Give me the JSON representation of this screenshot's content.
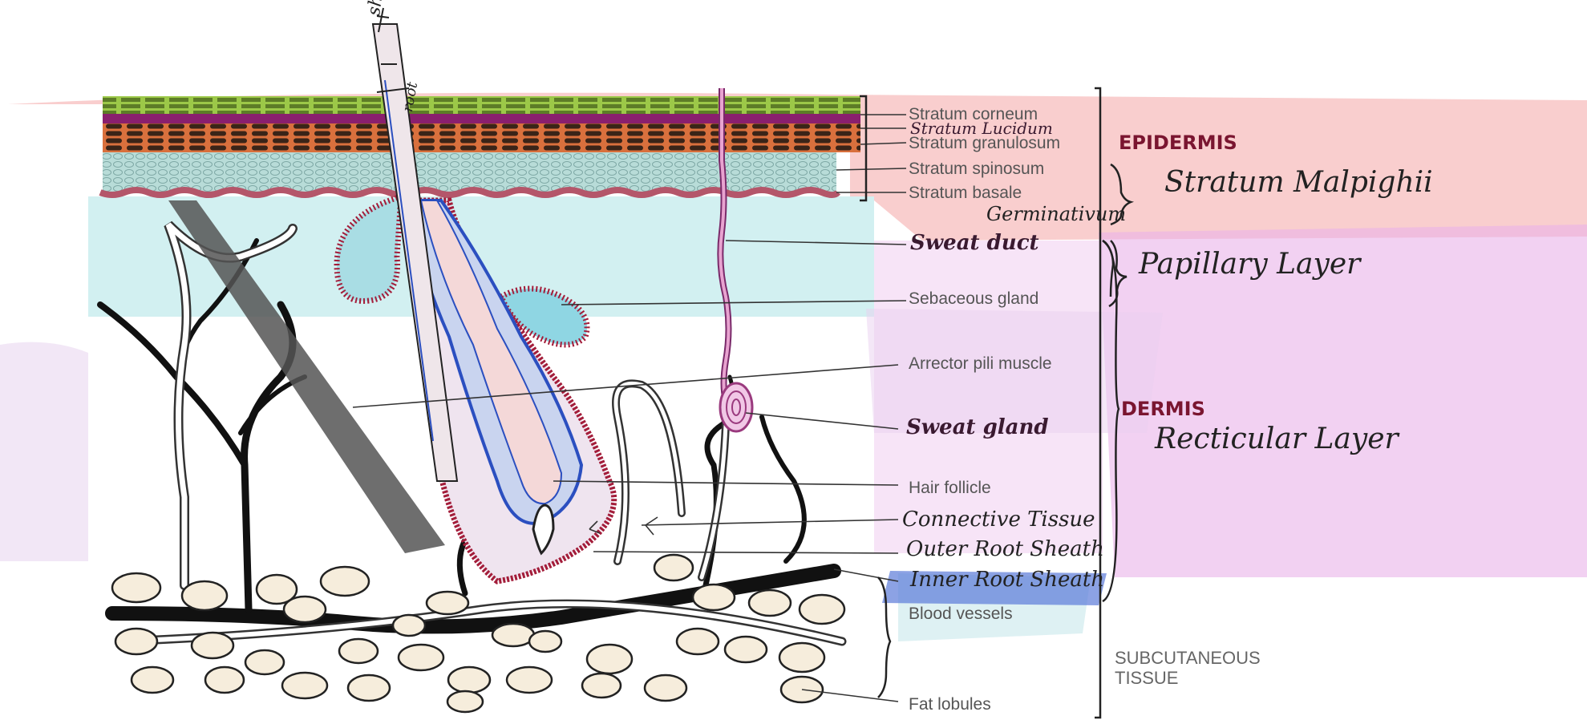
{
  "diagram": {
    "layer_labels": [
      {
        "id": "stratum-corneum",
        "text": "Stratum corneum"
      },
      {
        "id": "stratum-lucidum",
        "text": "Stratum Lucidum"
      },
      {
        "id": "stratum-granulosum",
        "text": "Stratum granulosum"
      },
      {
        "id": "stratum-spinosum",
        "text": "Stratum spinosum"
      },
      {
        "id": "stratum-basale",
        "text": "Stratum basale"
      },
      {
        "id": "germinativum",
        "text": "Germinativum"
      }
    ],
    "structure_labels": [
      {
        "id": "sweat-duct",
        "text": "Sweat duct"
      },
      {
        "id": "sebaceous-gland",
        "text": "Sebaceous gland"
      },
      {
        "id": "arrector-pili-muscle",
        "text": "Arrector pili muscle"
      },
      {
        "id": "sweat-gland",
        "text": "Sweat gland"
      },
      {
        "id": "hair-follicle",
        "text": "Hair follicle"
      },
      {
        "id": "connective-tissue",
        "text": "Connective Tissue"
      },
      {
        "id": "outer-root-sheath",
        "text": "Outer Root Sheath"
      },
      {
        "id": "inner-root-sheath",
        "text": "Inner Root Sheath"
      },
      {
        "id": "blood-vessels",
        "text": "Blood vessels"
      },
      {
        "id": "fat-lobules",
        "text": "Fat lobules"
      }
    ],
    "region_labels": {
      "epidermis": "EPIDERMIS",
      "stratum_malpighii": "Stratum Malpighii",
      "papillary_layer": "Papillary Layer",
      "dermis": "DERMIS",
      "reticular_layer": "Recticular Layer",
      "subcutaneous_line1": "SUBCUTANEOUS",
      "subcutaneous_line2": "TISSUE"
    },
    "hair_labels": {
      "shaft": "shaft",
      "root": "root"
    },
    "colors": {
      "corneum": "#8dbb3a",
      "lucidum": "#8a1f6e",
      "granulosum": "#3a2418",
      "granulosum_accent": "#d96a3a",
      "spinosum": "#a9d2cf",
      "basale": "#b4566a",
      "dermis_papillary": "#cdeef0",
      "shading_red": "#ef8b8b",
      "shading_purple": "#e4a6e6",
      "hair_outline_blue": "#2b4fc0",
      "follicle_red": "#a31d3a",
      "fat_fill": "#f6eddc",
      "inner_root_highlight": "#5b7bd8"
    }
  }
}
